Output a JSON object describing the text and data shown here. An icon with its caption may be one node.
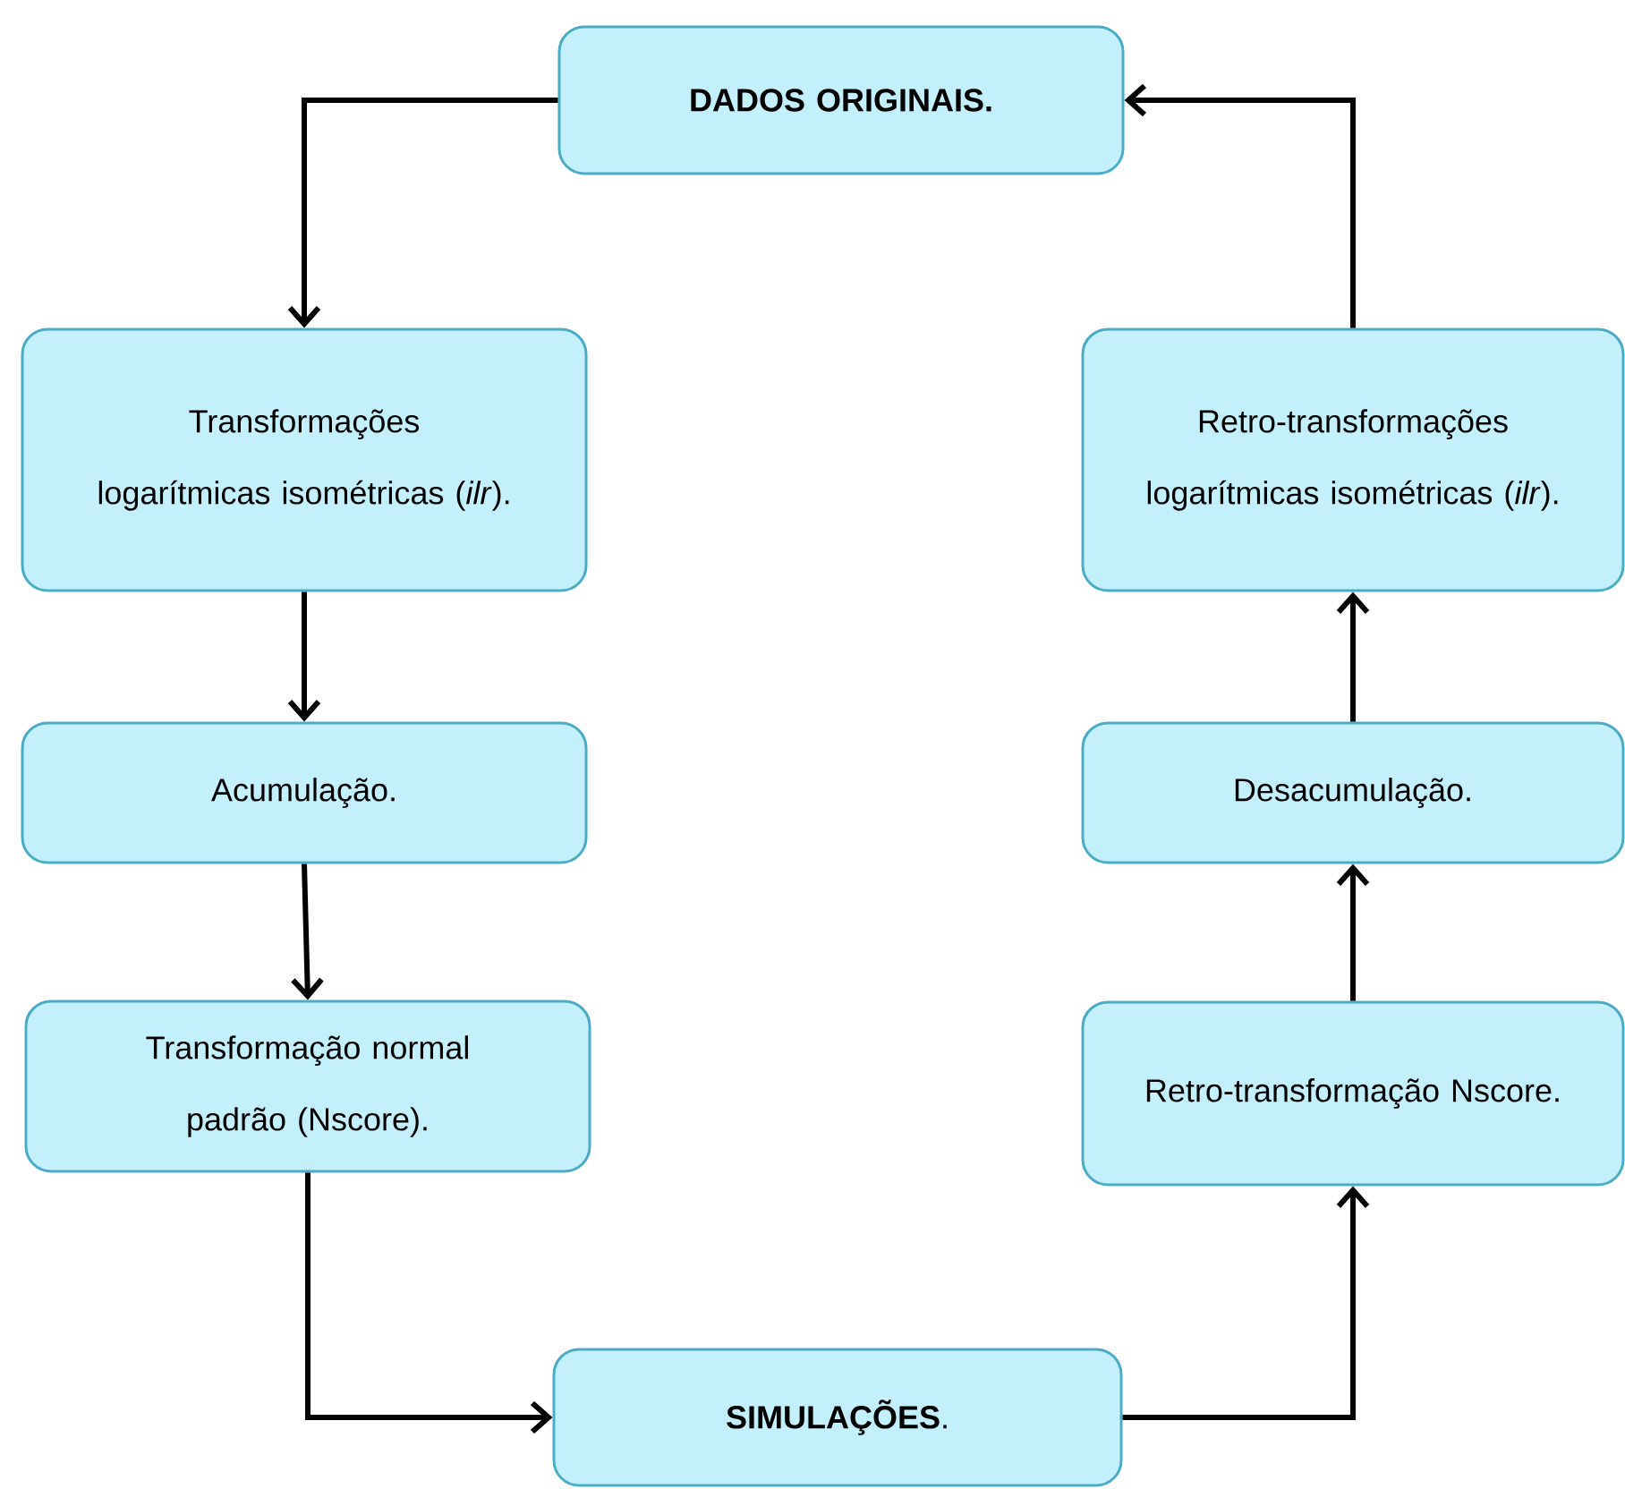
{
  "diagram": {
    "nodes": [
      {
        "text": [
          "DADOS ORIGINAIS."
        ]
      },
      {
        "text": [
          "Transformações logarítmicas isométricas (*ilr*)."
        ]
      },
      {
        "text": [
          "Acumulação."
        ]
      },
      {
        "text": [
          "Transformação normal padrão (Nscore)."
        ]
      },
      {
        "text": [
          "**SIMULAÇÕES**."
        ]
      },
      {
        "text": [
          "Retro-transformação Nscore."
        ]
      },
      {
        "text": [
          "Desacumulação."
        ]
      },
      {
        "text": [
          "Retro-transformações logarítmicas isométricas (*ilr*)."
        ]
      }
    ],
    "edges": [
      {
        "from": 0,
        "to": 1,
        "arrow": "to"
      },
      {
        "from": 1,
        "to": 2,
        "arrow": "to"
      },
      {
        "from": 2,
        "to": 3,
        "arrow": "to"
      },
      {
        "from": 3,
        "to": 4,
        "arrow": "to"
      },
      {
        "from": 4,
        "to": 5,
        "arrow": "to"
      },
      {
        "from": 5,
        "to": 6,
        "arrow": "to"
      },
      {
        "from": 6,
        "to": 7,
        "arrow": "to"
      },
      {
        "from": 7,
        "to": 0,
        "arrow": "to"
      }
    ]
  }
}
